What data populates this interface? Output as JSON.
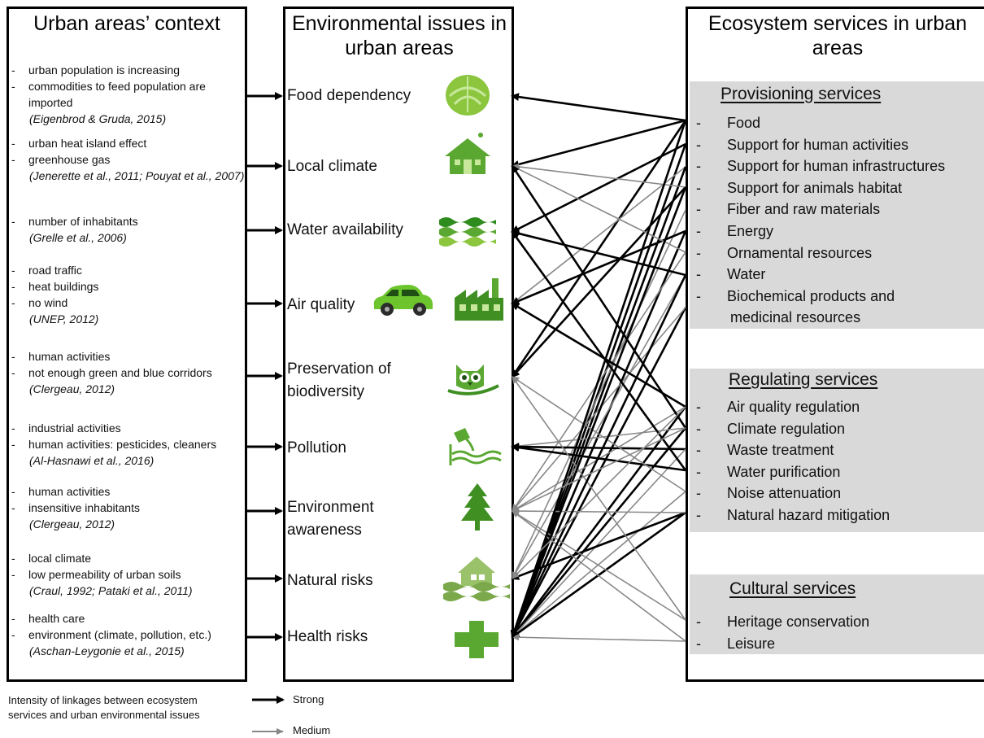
{
  "context": {
    "title": "Urban areas’ context",
    "groups": [
      {
        "lines": [
          "urban population is increasing",
          "commodities to feed population are imported"
        ],
        "ref": "(Eigenbrod & Gruda, 2015)"
      },
      {
        "lines": [
          "urban heat island effect",
          "greenhouse gas"
        ],
        "ref": "(Jenerette et al., 2011; Pouyat et al., 2007)"
      },
      {
        "lines": [
          "number of inhabitants"
        ],
        "ref": "(Grelle et al., 2006)"
      },
      {
        "lines": [
          "road traffic",
          "heat buildings",
          "no wind"
        ],
        "ref": "(UNEP, 2012)"
      },
      {
        "lines": [
          "human activities",
          "not enough green  and blue corridors"
        ],
        "ref": "(Clergeau, 2012)"
      },
      {
        "lines": [
          "industrial activities",
          "human activities: pesticides, cleaners"
        ],
        "ref": "(Al-Hasnawi et al., 2016)"
      },
      {
        "lines": [
          "human activities",
          "insensitive inhabitants"
        ],
        "ref": "(Clergeau, 2012)"
      },
      {
        "lines": [
          "local climate",
          "low permeability of urban soils"
        ],
        "ref": "(Craul, 1992; Pataki et al., 2011)"
      },
      {
        "lines": [
          "health care",
          "environment (climate, pollution, etc.)"
        ],
        "ref": "(Aschan-Leygonie et al., 2015)"
      }
    ]
  },
  "issues": {
    "title": "Environmental issues in urban areas",
    "items": [
      {
        "label": "Food dependency",
        "icon": "lettuce-icon"
      },
      {
        "label": "Local climate",
        "icon": "house-icon"
      },
      {
        "label": "Water availability",
        "icon": "water-waves-icon"
      },
      {
        "label": "Air quality",
        "icon": "factory-icon"
      },
      {
        "label": "Preservation of biodiversity",
        "icon": "owl-icon"
      },
      {
        "label": "Pollution",
        "icon": "pollution-icon"
      },
      {
        "label": "Environment awareness",
        "icon": "tree-icon"
      },
      {
        "label": "Natural risks",
        "icon": "flood-house-icon"
      },
      {
        "label": "Health risks",
        "icon": "health-cross-icon"
      }
    ]
  },
  "services": {
    "title": "Ecosystem services in urban areas",
    "provisioning": {
      "heading": "Provisioning services",
      "items": [
        "Food",
        "Support for human activities",
        "Support for human infrastructures",
        "Support for animals habitat",
        "Fiber and raw materials",
        "Energy",
        "Ornamental resources",
        "Water",
        "Biochemical products and",
        "medicinal resources"
      ]
    },
    "regulating": {
      "heading": "Regulating services",
      "items": [
        "Air quality regulation",
        "Climate regulation",
        "Waste treatment",
        "Water purification",
        "Noise attenuation",
        "Natural hazard mitigation"
      ]
    },
    "cultural": {
      "heading": "Cultural services",
      "items": [
        "Heritage conservation",
        "Leisure"
      ]
    }
  },
  "legend": {
    "caption_line1": "Intensity of linkages between ecosystem",
    "caption_line2": "services and urban environmental issues",
    "strong": "Strong",
    "medium": "Medium"
  },
  "colors": {
    "icon_green": "#5aa832",
    "strong": "#000000",
    "medium": "#888888",
    "panel": "#d9d9d9"
  }
}
